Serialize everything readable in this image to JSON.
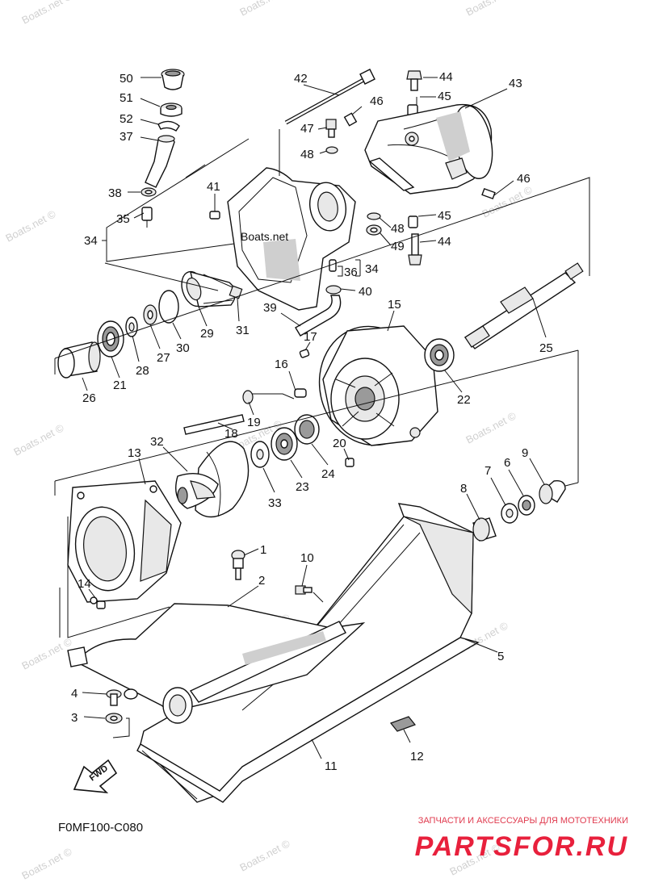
{
  "diagram": {
    "code_label": "F0MF100-C080",
    "fwd_label": "FWD",
    "inline_watermark": "Boats.net",
    "callouts": [
      "50",
      "51",
      "52",
      "37",
      "38",
      "35",
      "34",
      "41",
      "42",
      "47",
      "48",
      "46",
      "44",
      "45",
      "43",
      "46",
      "48",
      "45",
      "49",
      "44",
      "36",
      "34",
      "40",
      "39",
      "31",
      "30",
      "29",
      "28",
      "27",
      "21",
      "26",
      "15",
      "25",
      "17",
      "16",
      "19",
      "18",
      "22",
      "32",
      "20",
      "13",
      "24",
      "23",
      "33",
      "8",
      "7",
      "6",
      "9",
      "1",
      "10",
      "2",
      "14",
      "5",
      "4",
      "3",
      "11",
      "12"
    ]
  },
  "watermark": {
    "text": "Boats.net ©",
    "color": "#d0d0d0"
  },
  "brand": {
    "subtitle": "ЗАПЧАСТИ И АКСЕССУАРЫ ДЛЯ МОТОТЕХНИКИ",
    "name": "PARTSFOR.RU",
    "color": "#e8203c"
  }
}
